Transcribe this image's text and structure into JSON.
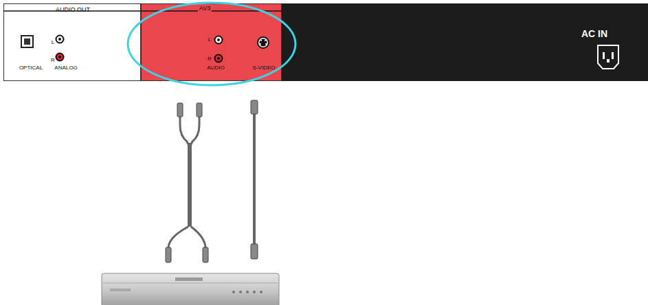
{
  "diagram": {
    "nodes": [
      {
        "text": [
          "AUDIO OUT",
          "L",
          "R",
          "OPTICAL",
          "ANALOG"
        ]
      },
      {
        "text": [
          "AV3",
          "L",
          "R",
          "AUDIO",
          "S-VIDEO"
        ]
      },
      {
        "text": [
          "AC IN"
        ]
      }
    ]
  }
}
